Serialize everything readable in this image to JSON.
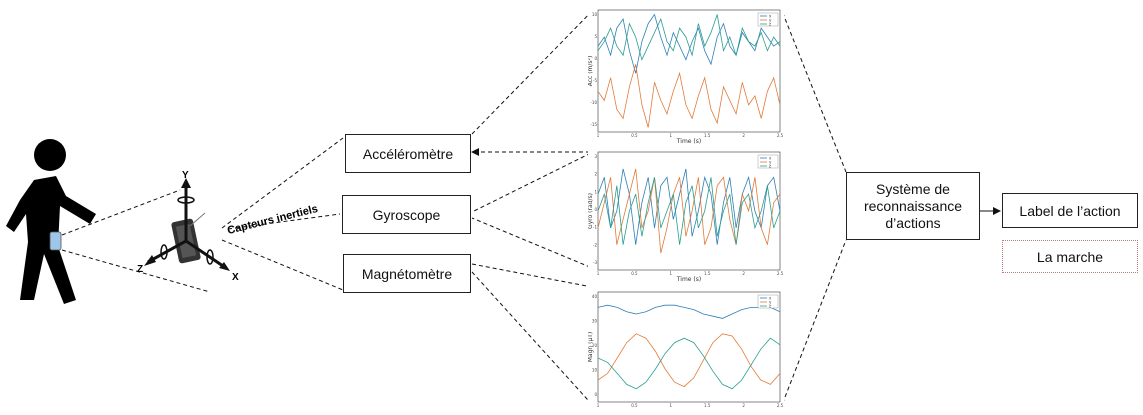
{
  "caption": "Capteurs inertiels",
  "sensors": {
    "accelerometer": "Accéléromètre",
    "gyroscope": "Gyroscope",
    "magnetometer": "Magnétomètre"
  },
  "system": {
    "line1": "Système de",
    "line2": "reconnaissance",
    "line3": "d’actions"
  },
  "output": {
    "label": "Label de l’action",
    "example": "La marche"
  },
  "axes": {
    "x": "X",
    "y": "Y",
    "z": "Z"
  },
  "colors": {
    "series1": "#2e7fb8",
    "series2": "#e07b39",
    "series3": "#2a9d8f"
  },
  "chart_data": [
    {
      "type": "line",
      "xlabel": "Time (s)",
      "ylabel": "Acc (m/s²)",
      "xticks": [
        "1",
        "0.5",
        "1",
        "1.5",
        "2",
        "2.5"
      ],
      "yticks": [
        "10",
        "5",
        "0",
        "-5",
        "-10",
        "-15"
      ],
      "legend": [
        "x",
        "y",
        "z"
      ],
      "ylim": [
        -15,
        12
      ],
      "series": [
        {
          "name": "x",
          "values": [
            4,
            6,
            2,
            8,
            10,
            3,
            -2,
            5,
            9,
            11,
            6,
            2,
            7,
            4,
            1,
            5,
            8,
            3,
            0,
            6,
            9,
            4,
            2,
            7,
            5,
            3,
            8,
            6,
            4,
            5
          ]
        },
        {
          "name": "y",
          "values": [
            -6,
            -8,
            -3,
            -10,
            -12,
            -5,
            0,
            -9,
            -14,
            -4,
            -8,
            -11,
            -6,
            -2,
            -9,
            -12,
            -7,
            -3,
            -10,
            -13,
            -5,
            -8,
            -11,
            -4,
            -9,
            -7,
            -12,
            -6,
            -3,
            -9
          ]
        },
        {
          "name": "z",
          "values": [
            3,
            5,
            8,
            4,
            2,
            9,
            6,
            1,
            4,
            7,
            10,
            5,
            3,
            8,
            6,
            2,
            9,
            4,
            7,
            11,
            3,
            6,
            2,
            8,
            5,
            4,
            7,
            3,
            6,
            4
          ]
        }
      ]
    },
    {
      "type": "line",
      "xlabel": "Time (s)",
      "ylabel": "Gyro (rad/s)",
      "xticks": [
        "1",
        "0.5",
        "1",
        "1.5",
        "2",
        "2.5"
      ],
      "yticks": [
        "3",
        "2",
        "1",
        "0",
        "-1",
        "-2",
        "-3"
      ],
      "legend": [
        "x",
        "y",
        "z"
      ],
      "ylim": [
        -3.5,
        3.5
      ],
      "series": [
        {
          "name": "x",
          "values": [
            1,
            2,
            -1,
            0,
            2.5,
            1,
            -2,
            0.5,
            2,
            -1,
            1.5,
            2,
            -0.5,
            1,
            2.5,
            -1.5,
            0,
            2,
            1,
            -2,
            0.5,
            2,
            -1,
            1,
            2,
            0,
            -1,
            1.5,
            2,
            0
          ]
        },
        {
          "name": "y",
          "values": [
            -1,
            0.5,
            2,
            -2,
            -0.5,
            1,
            2.5,
            -1,
            0,
            2,
            -2.5,
            -1,
            1,
            2,
            -1.5,
            0,
            2,
            -2,
            -1,
            1.5,
            2,
            -0.5,
            -2,
            1,
            0,
            2,
            -1,
            -2,
            0.5,
            1
          ]
        },
        {
          "name": "z",
          "values": [
            0,
            1,
            -1,
            1.5,
            -2,
            0,
            1,
            -1.5,
            0.5,
            2,
            -1,
            0,
            1,
            -2,
            0.5,
            1.5,
            -1,
            0,
            2,
            -1.5,
            0,
            1,
            -2,
            0.5,
            1,
            -1,
            0,
            1.5,
            -1,
            0
          ]
        }
      ]
    },
    {
      "type": "line",
      "xlabel": "",
      "ylabel": "Magn (µT)",
      "xticks": [
        "1",
        "0.5",
        "1",
        "1.5",
        "2",
        "2.5"
      ],
      "yticks": [
        "40",
        "30",
        "20",
        "10",
        "0"
      ],
      "legend": [
        "x",
        "y",
        "z"
      ],
      "ylim": [
        -5,
        45
      ],
      "series": [
        {
          "name": "x",
          "values": [
            38,
            39,
            38,
            36,
            35,
            36,
            38,
            39,
            39,
            38,
            37,
            35,
            34,
            33,
            35,
            37,
            38,
            38,
            38,
            36
          ]
        },
        {
          "name": "y",
          "values": [
            5,
            8,
            15,
            22,
            26,
            24,
            18,
            10,
            4,
            2,
            6,
            14,
            22,
            26,
            25,
            19,
            11,
            5,
            3,
            8
          ]
        },
        {
          "name": "z",
          "values": [
            15,
            13,
            8,
            3,
            1,
            4,
            10,
            17,
            22,
            24,
            22,
            16,
            9,
            3,
            1,
            5,
            12,
            19,
            24,
            21
          ]
        }
      ]
    }
  ]
}
